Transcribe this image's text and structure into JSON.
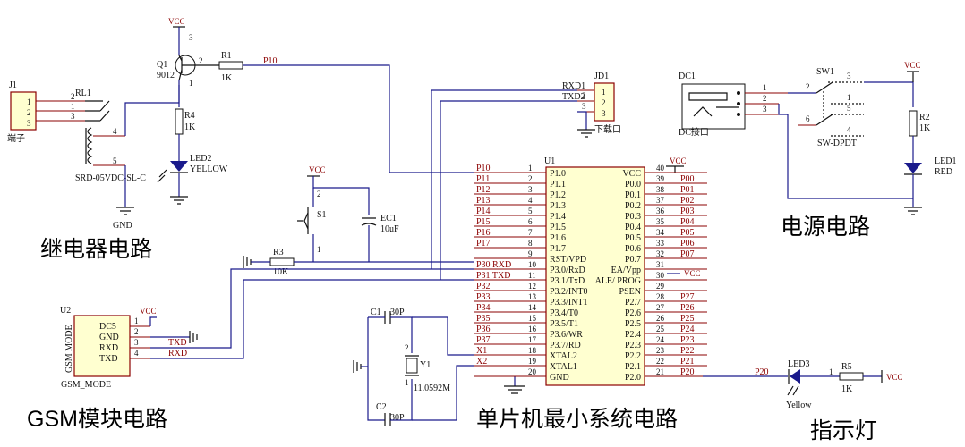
{
  "captions": {
    "relay": "继电器电路",
    "power": "电源电路",
    "gsm": "GSM模块电路",
    "mcu": "单片机最小系统电路",
    "indicator": "指示灯"
  },
  "power": {
    "vcc": "VCC",
    "gnd": "GND"
  },
  "relay_circuit": {
    "j1": {
      "ref": "J1",
      "name": "端子",
      "pins": [
        "1",
        "2",
        "3"
      ]
    },
    "rl1": {
      "ref": "RL1",
      "model": "SRD-05VDC-SL-C",
      "pins": [
        "2",
        "1",
        "3",
        "4",
        "5"
      ]
    },
    "q1": {
      "ref": "Q1",
      "model": "9012",
      "pins": [
        "1",
        "2",
        "3"
      ]
    },
    "r1": {
      "ref": "R1",
      "value": "1K",
      "pin": "2"
    },
    "r4": {
      "ref": "R4",
      "value": "1K"
    },
    "led2": {
      "ref": "LED2",
      "color": "YELLOW"
    },
    "net_p10": "P10"
  },
  "jd1": {
    "ref": "JD1",
    "name": "下载口",
    "nets": [
      "RXD1",
      "TXD2"
    ],
    "pins": [
      "1",
      "2",
      "3"
    ]
  },
  "power_circuit": {
    "dc1": {
      "ref": "DC1",
      "name": "DC接口",
      "pins": [
        "1",
        "2",
        "3"
      ]
    },
    "sw1": {
      "ref": "SW1",
      "model": "SW-DPDT",
      "pins": [
        "2",
        "3",
        "1",
        "5",
        "6",
        "4"
      ]
    },
    "r2": {
      "ref": "R2",
      "value": "1K"
    },
    "led1": {
      "ref": "LED1",
      "color": "RED"
    }
  },
  "reset": {
    "s1": {
      "ref": "S1",
      "pins": [
        "2",
        "1"
      ]
    },
    "ec1": {
      "ref": "EC1",
      "value": "10uF"
    },
    "r3": {
      "ref": "R3",
      "value": "10K"
    }
  },
  "gsm": {
    "u2": {
      "ref": "U2",
      "name": "GSM_MODE",
      "side_label": "GSM MODE"
    },
    "pins": [
      {
        "num": "1",
        "name": "DC5"
      },
      {
        "num": "2",
        "name": "GND"
      },
      {
        "num": "3",
        "name": "RXD"
      },
      {
        "num": "4",
        "name": "TXD"
      }
    ],
    "nets": [
      "TXD",
      "RXD"
    ]
  },
  "crystal": {
    "c1": {
      "ref": "C1",
      "value": "30P"
    },
    "c2": {
      "ref": "C2",
      "value": "30P"
    },
    "y1": {
      "ref": "Y1",
      "value": "11.0592M",
      "pins": [
        "2",
        "1"
      ]
    }
  },
  "mcu": {
    "ref": "U1",
    "left_pins": [
      {
        "num": "1",
        "name": "P1.0",
        "net": "P10"
      },
      {
        "num": "2",
        "name": "P1.1",
        "net": "P11"
      },
      {
        "num": "3",
        "name": "P1.2",
        "net": "P12"
      },
      {
        "num": "4",
        "name": "P1.3",
        "net": "P13"
      },
      {
        "num": "5",
        "name": "P1.4",
        "net": "P14"
      },
      {
        "num": "6",
        "name": "P1.5",
        "net": "P15"
      },
      {
        "num": "7",
        "name": "P1.6",
        "net": "P16"
      },
      {
        "num": "8",
        "name": "P1.7",
        "net": "P17"
      },
      {
        "num": "9",
        "name": "RST/VPD",
        "net": ""
      },
      {
        "num": "10",
        "name": "P3.0/RxD",
        "net": "P30  RXD"
      },
      {
        "num": "11",
        "name": "P3.1/TxD",
        "net": "P31  TXD"
      },
      {
        "num": "12",
        "name": "P3.2/INT0",
        "net": "P32"
      },
      {
        "num": "13",
        "name": "P3.3/INT1",
        "net": "P33"
      },
      {
        "num": "14",
        "name": "P3.4/T0",
        "net": "P34"
      },
      {
        "num": "15",
        "name": "P3.5/T1",
        "net": "P35"
      },
      {
        "num": "16",
        "name": "P3.6/WR",
        "net": "P36"
      },
      {
        "num": "17",
        "name": "P3.7/RD",
        "net": "P37"
      },
      {
        "num": "18",
        "name": "XTAL2",
        "net": "X1"
      },
      {
        "num": "19",
        "name": "XTAL1",
        "net": "X2"
      },
      {
        "num": "20",
        "name": "GND",
        "net": ""
      }
    ],
    "right_pins": [
      {
        "num": "40",
        "name": "VCC",
        "net": ""
      },
      {
        "num": "39",
        "name": "P0.0",
        "net": "P00"
      },
      {
        "num": "38",
        "name": "P0.1",
        "net": "P01"
      },
      {
        "num": "37",
        "name": "P0.2",
        "net": "P02"
      },
      {
        "num": "36",
        "name": "P0.3",
        "net": "P03"
      },
      {
        "num": "35",
        "name": "P0.4",
        "net": "P04"
      },
      {
        "num": "34",
        "name": "P0.5",
        "net": "P05"
      },
      {
        "num": "33",
        "name": "P0.6",
        "net": "P06"
      },
      {
        "num": "32",
        "name": "P0.7",
        "net": "P07"
      },
      {
        "num": "31",
        "name": "EA/Vpp",
        "net": ""
      },
      {
        "num": "30",
        "name": "ALE/ PROG",
        "net": ""
      },
      {
        "num": "29",
        "name": "PSEN",
        "net": ""
      },
      {
        "num": "28",
        "name": "P2.7",
        "net": "P27"
      },
      {
        "num": "27",
        "name": "P2.6",
        "net": "P26"
      },
      {
        "num": "26",
        "name": "P2.5",
        "net": "P25"
      },
      {
        "num": "25",
        "name": "P2.4",
        "net": "P24"
      },
      {
        "num": "24",
        "name": "P2.3",
        "net": "P23"
      },
      {
        "num": "23",
        "name": "P2.2",
        "net": "P22"
      },
      {
        "num": "22",
        "name": "P2.1",
        "net": "P21"
      },
      {
        "num": "21",
        "name": "P2.0",
        "net": "P20"
      }
    ]
  },
  "indicator": {
    "led3": {
      "ref": "LED3",
      "color": "Yellow"
    },
    "r5": {
      "ref": "R5",
      "value": "1K",
      "pin": "1"
    },
    "net_p20": "P20"
  }
}
